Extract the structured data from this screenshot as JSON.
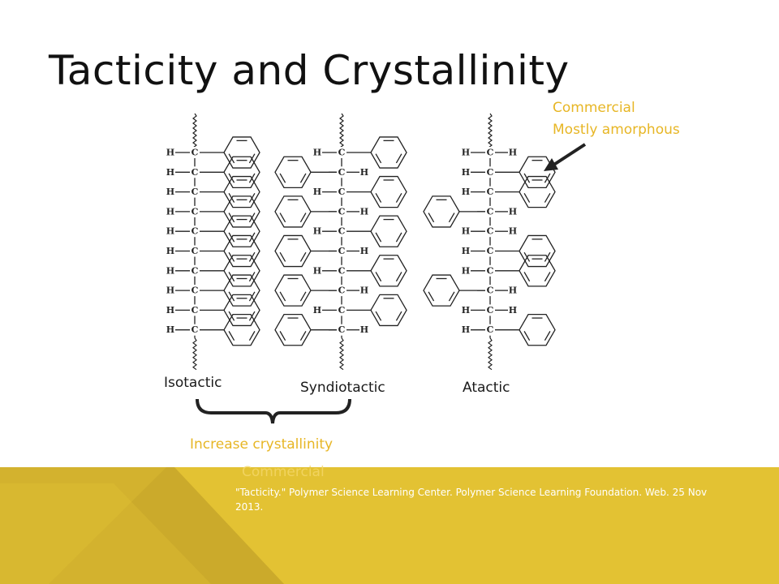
{
  "slide": {
    "title": "Tacticity and Crystallinity",
    "commercial_note": {
      "line1": "Commercial",
      "line2": "Mostly amorphous"
    },
    "labels": {
      "isotactic": "Isotactic",
      "syndiotactic": "Syndiotactic",
      "atactic": "Atactic"
    },
    "increase_note": "Increase crystallinity",
    "faded_commercial": "Commercial",
    "citation": "\"Tacticity.\" Polymer Science Learning Center. Polymer Science Learning Foundation. Web. 25 Nov 2013."
  },
  "atoms": {
    "carbon": "C",
    "hydrogen": "H"
  },
  "theme": {
    "accent": "#E7B625",
    "footer_bg": "#E3C233",
    "footer_shape": "#CBAA2B",
    "text": "#111111"
  },
  "chains": [
    {
      "name": "isotactic",
      "sides": [
        "R",
        "R",
        "R",
        "R",
        "R",
        "R",
        "R",
        "R",
        "R",
        "R"
      ]
    },
    {
      "name": "syndiotactic",
      "sides": [
        "R",
        "L",
        "R",
        "L",
        "R",
        "L",
        "R",
        "L",
        "R",
        "L"
      ]
    },
    {
      "name": "atactic",
      "sides": [
        "L",
        "R",
        "R",
        "L",
        "L",
        "R",
        "R",
        "L",
        "L",
        "R"
      ]
    }
  ]
}
